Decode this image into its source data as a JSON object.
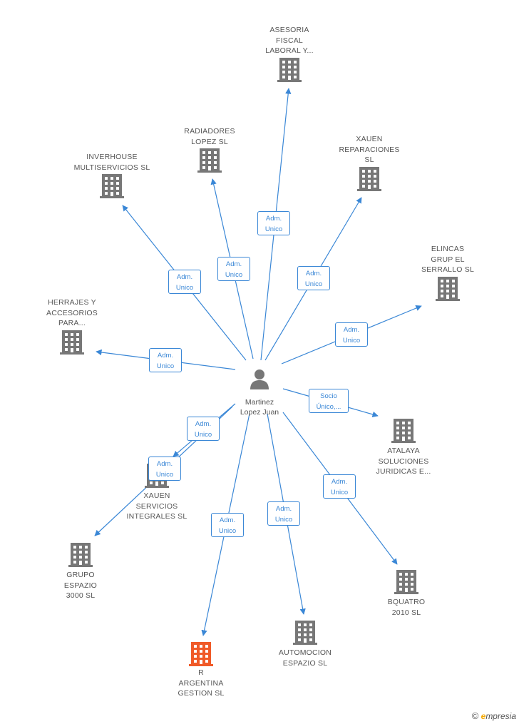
{
  "center": {
    "name_line1": "Martinez",
    "name_line2": "Lopez Juan"
  },
  "companies": [
    {
      "id": "asesoria",
      "lines": [
        "ASESORIA",
        "FISCAL",
        "LABORAL Y..."
      ],
      "highlight": false
    },
    {
      "id": "radiadores",
      "lines": [
        "RADIADORES",
        "LOPEZ SL"
      ],
      "highlight": false
    },
    {
      "id": "inverhouse",
      "lines": [
        "INVERHOUSE",
        "MULTISERVICIOS SL"
      ],
      "highlight": false
    },
    {
      "id": "xauen-rep",
      "lines": [
        "XAUEN",
        "REPARACIONES",
        "SL"
      ],
      "highlight": false
    },
    {
      "id": "elincas",
      "lines": [
        "ELINCAS",
        "GRUP EL",
        "SERRALLO SL"
      ],
      "highlight": false
    },
    {
      "id": "herrajes",
      "lines": [
        "HERRAJES Y",
        "ACCESORIOS",
        "PARA..."
      ],
      "highlight": false
    },
    {
      "id": "atalaya",
      "lines": [
        "ATALAYA",
        "SOLUCIONES",
        "JURIDICAS E..."
      ],
      "highlight": false
    },
    {
      "id": "xauen-serv",
      "lines": [
        "XAUEN",
        "SERVICIOS",
        "INTEGRALES SL"
      ],
      "highlight": false
    },
    {
      "id": "grupo",
      "lines": [
        "GRUPO",
        "ESPAZIO",
        "3000 SL"
      ],
      "highlight": false
    },
    {
      "id": "bquatro",
      "lines": [
        "BQUATRO",
        "2010 SL"
      ],
      "highlight": false
    },
    {
      "id": "automocion",
      "lines": [
        "AUTOMOCION",
        "ESPAZIO SL"
      ],
      "highlight": false
    },
    {
      "id": "argentina",
      "lines": [
        "R",
        "ARGENTINA",
        "GESTION SL"
      ],
      "highlight": true
    }
  ],
  "roles": [
    {
      "id": "r-asesoria",
      "line1": "Adm.",
      "line2": "Unico"
    },
    {
      "id": "r-radiadores",
      "line1": "Adm.",
      "line2": "Unico"
    },
    {
      "id": "r-inverhouse",
      "line1": "Adm.",
      "line2": "Unico"
    },
    {
      "id": "r-xauen-rep",
      "line1": "Adm.",
      "line2": "Unico"
    },
    {
      "id": "r-elincas",
      "line1": "Adm.",
      "line2": "Unico"
    },
    {
      "id": "r-herrajes",
      "line1": "Adm.",
      "line2": "Unico"
    },
    {
      "id": "r-atalaya",
      "line1": "Socio",
      "line2": "Único,..."
    },
    {
      "id": "r-xauen-serv",
      "line1": "Adm.",
      "line2": "Unico"
    },
    {
      "id": "r-grupo",
      "line1": "Adm.",
      "line2": "Unico"
    },
    {
      "id": "r-bquatro",
      "line1": "Adm.",
      "line2": "Unico"
    },
    {
      "id": "r-automocion",
      "line1": "Adm.",
      "line2": "Unico"
    },
    {
      "id": "r-argentina",
      "line1": "Adm.",
      "line2": "Unico"
    }
  ],
  "colors": {
    "edge": "#3a87d6",
    "building": "#777777",
    "building_highlight": "#f05a28",
    "person": "#777777"
  },
  "footer": {
    "copyright": "©",
    "brand_initial": "e",
    "brand_rest": "mpresia"
  }
}
